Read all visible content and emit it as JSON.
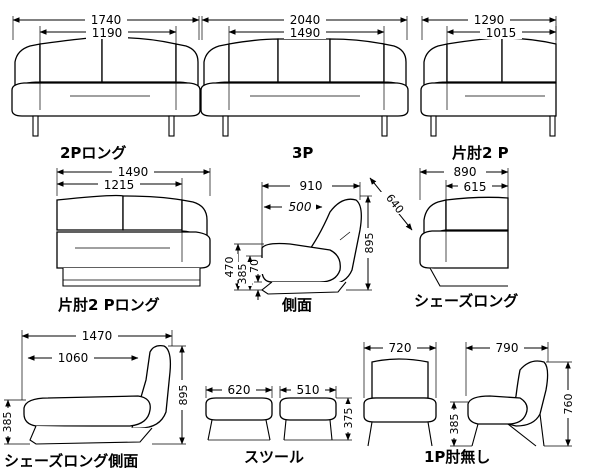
{
  "views": [
    {
      "id": "2p-long",
      "caption": "2Pロング",
      "dims": {
        "overall_width": "1740",
        "seat_width": "1190"
      }
    },
    {
      "id": "3p",
      "caption": "3P",
      "dims": {
        "overall_width": "2040",
        "seat_width": "1490"
      }
    },
    {
      "id": "one-arm-2p",
      "caption": "片肘2  P",
      "dims": {
        "overall_width": "1290",
        "seat_width": "1015"
      }
    },
    {
      "id": "one-arm-2p-long",
      "caption": "片肘2  Pロング",
      "dims": {
        "overall_width": "1490",
        "seat_width": "1215"
      }
    },
    {
      "id": "side",
      "caption": "側面",
      "dims": {
        "depth": "910",
        "seat_depth": "500",
        "height": "895",
        "seat_height": "470",
        "seat_base": "385",
        "leg": "70"
      }
    },
    {
      "id": "chaise-long",
      "caption": "シェーズロング",
      "dims": {
        "width": "890",
        "seat_width": "615",
        "diagonal": "640"
      }
    },
    {
      "id": "chaise-long-side",
      "caption": "シェーズロング側面",
      "dims": {
        "length": "1470",
        "seat_length": "1060",
        "height": "895",
        "seat_height": "385"
      }
    },
    {
      "id": "stool",
      "caption": "スツール",
      "dims": {
        "large_width": "620",
        "small_width": "510",
        "height": "375"
      }
    },
    {
      "id": "1p-armless",
      "caption": "1P肘無し",
      "dims": {
        "front_width": "720",
        "side_depth": "790",
        "height": "760",
        "seat_height": "385"
      }
    }
  ]
}
